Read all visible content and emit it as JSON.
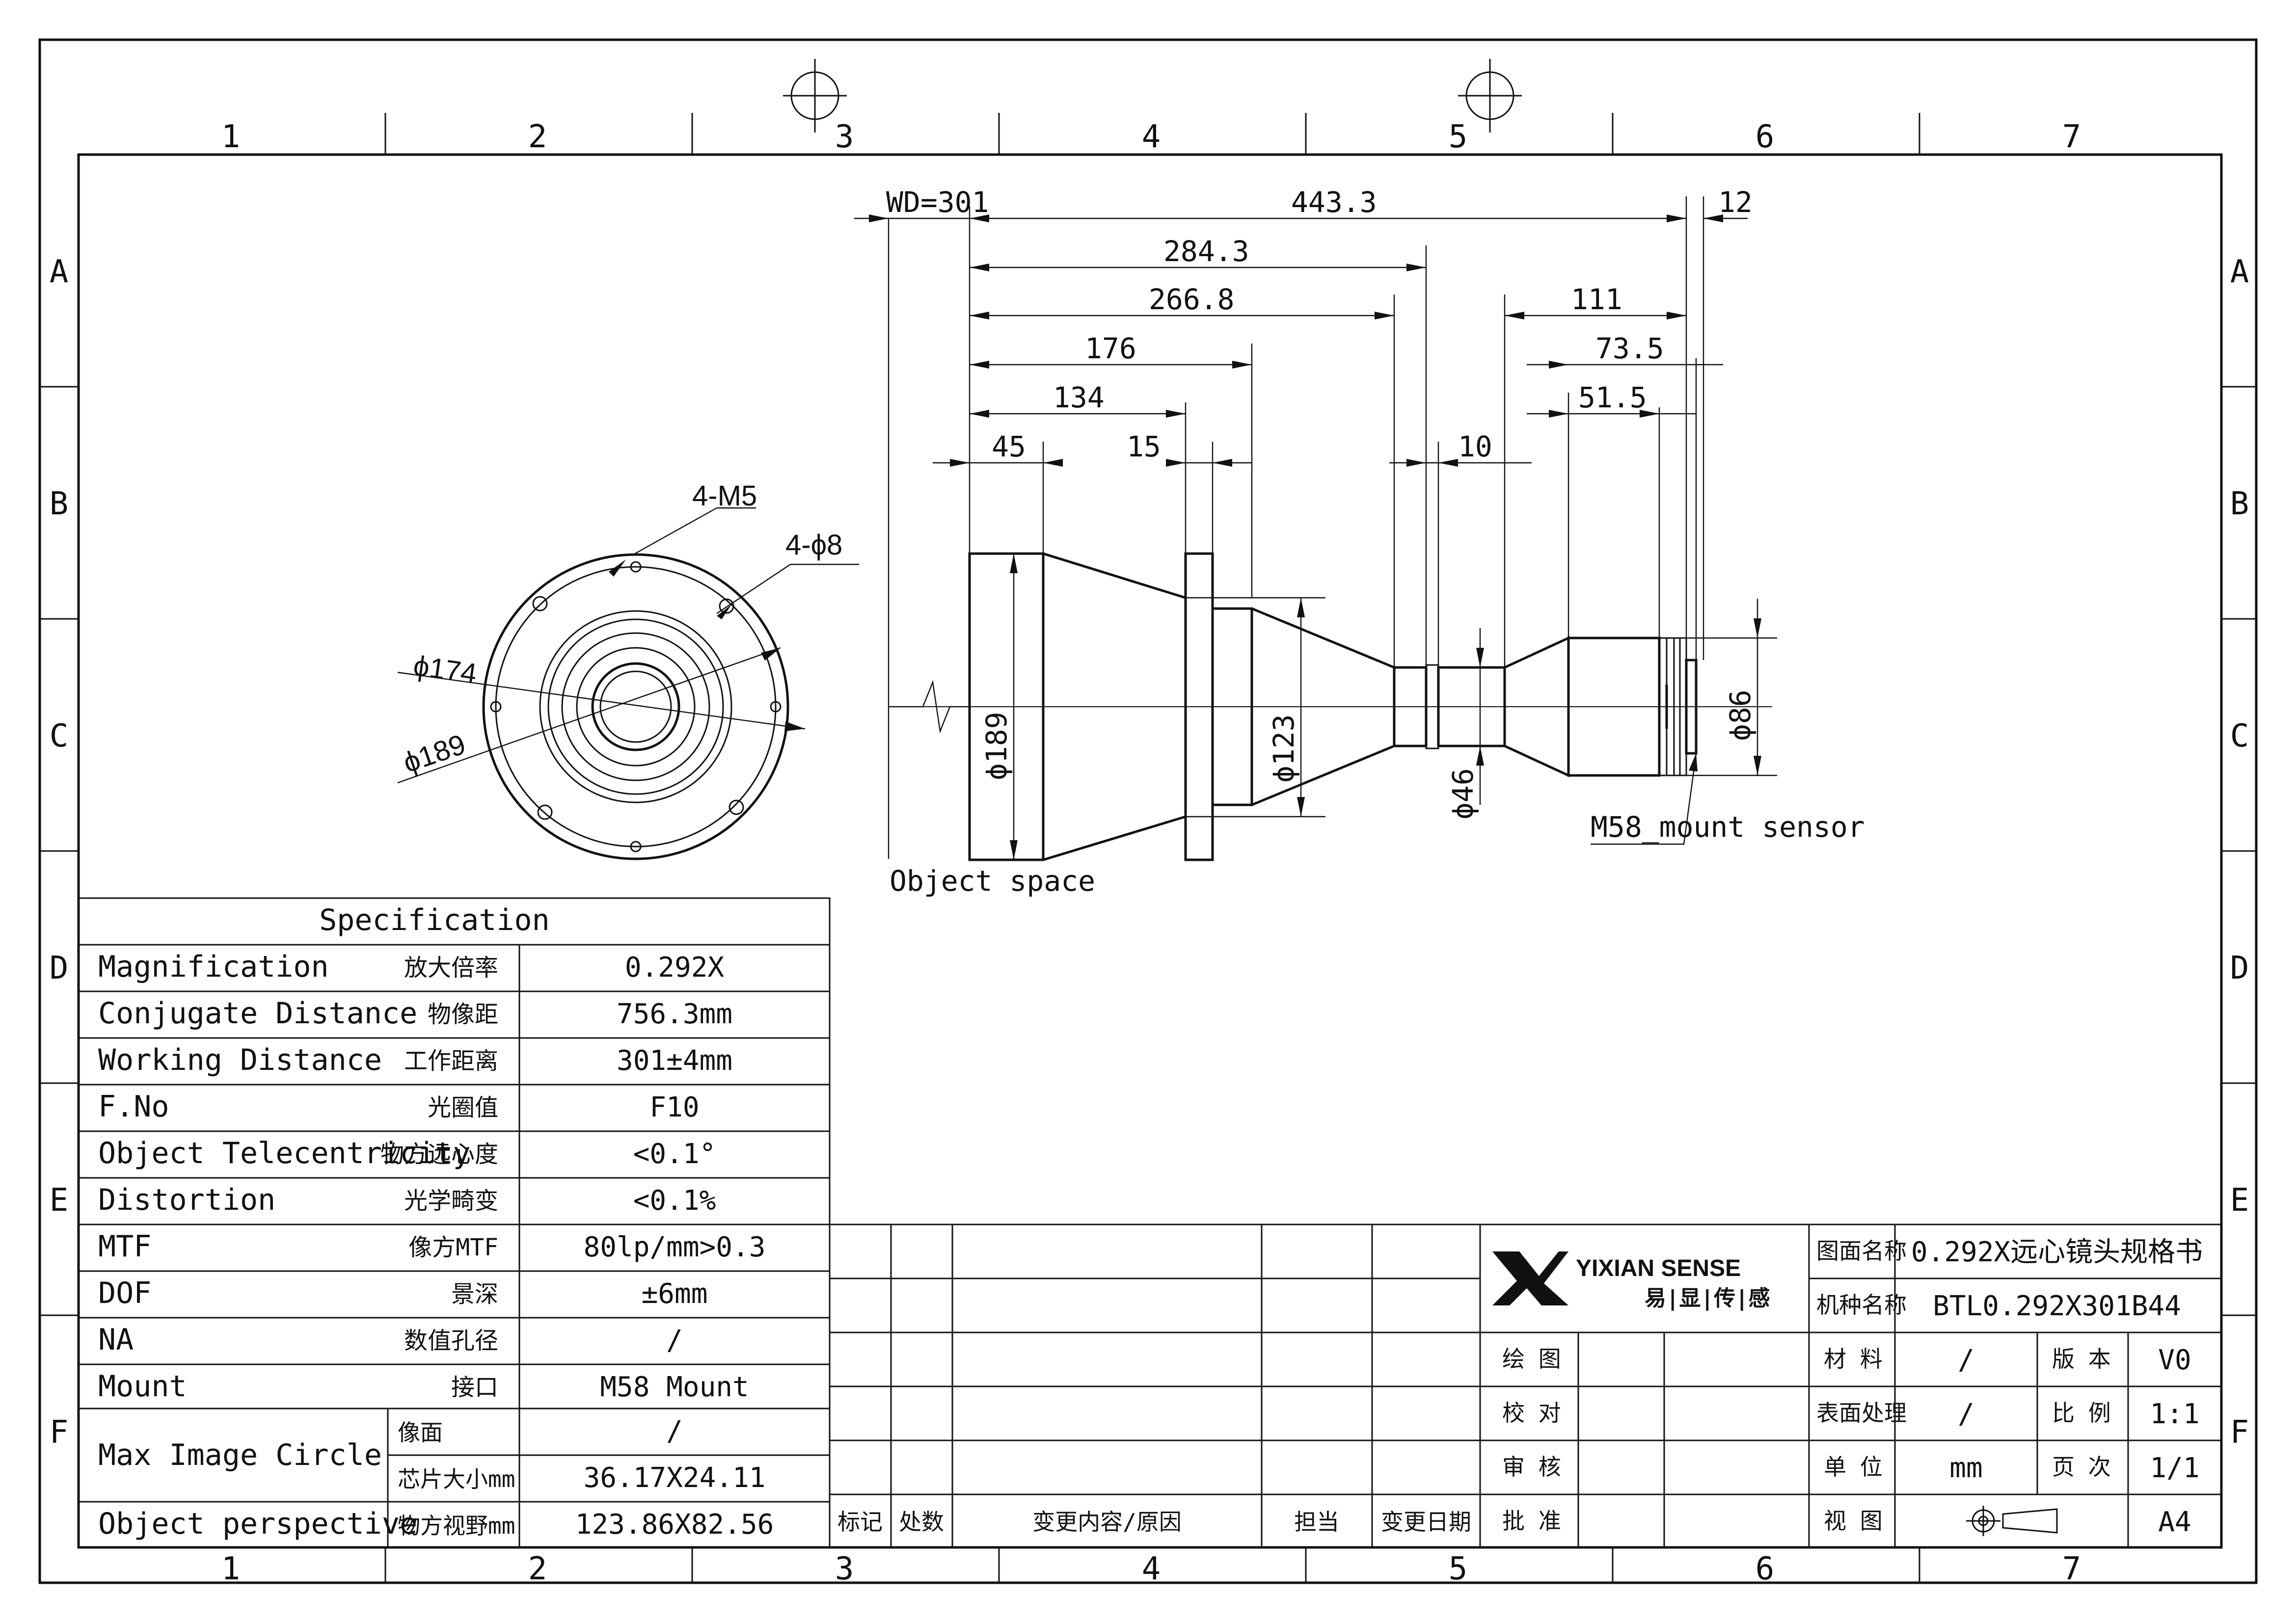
{
  "frame": {
    "columns": [
      "1",
      "2",
      "3",
      "4",
      "5",
      "6",
      "7"
    ],
    "rows": [
      "A",
      "B",
      "C",
      "D",
      "E",
      "F"
    ]
  },
  "front_view": {
    "labels": [
      "4-M5",
      "4-ϕ8",
      "ϕ174",
      "ϕ189"
    ]
  },
  "side_view": {
    "wd_label": "WD=301",
    "dims_top": [
      "443.3",
      "12",
      "284.3",
      "266.8",
      "176",
      "134",
      "45",
      "15",
      "10",
      "111",
      "73.5",
      "51.5"
    ],
    "dims_dia": [
      "ϕ189",
      "ϕ123",
      "ϕ46",
      "ϕ86"
    ],
    "object_space": "Object space",
    "sensor_label": "M58_mount sensor"
  },
  "spec": {
    "title": "Specification",
    "rows": [
      {
        "en": "Magnification",
        "cn": "放大倍率",
        "val": "0.292X"
      },
      {
        "en": "Conjugate Distance",
        "cn": "物像距",
        "val": "756.3mm"
      },
      {
        "en": "Working Distance",
        "cn": "工作距离",
        "val": "301±4mm"
      },
      {
        "en": "F.No",
        "cn": "光圈值",
        "val": "F10"
      },
      {
        "en": "Object Telecentricity",
        "cn": "物方远心度",
        "val": "<0.1°"
      },
      {
        "en": "Distortion",
        "cn": "光学畸变",
        "val": "<0.1%"
      },
      {
        "en": "MTF",
        "cn": "像方MTF",
        "val": "80lp/mm>0.3"
      },
      {
        "en": "DOF",
        "cn": "景深",
        "val": "±6mm"
      },
      {
        "en": "NA",
        "cn": "数值孔径",
        "val": "/"
      },
      {
        "en": "Mount",
        "cn": "接口",
        "val": "M58 Mount"
      }
    ],
    "max_image_circle": {
      "en": "Max Image Circle",
      "sub1_cn": "像面",
      "sub1_val": "/",
      "sub2_cn": "芯片大小mm",
      "sub2_val": "36.17X24.11"
    },
    "object_perspective": {
      "en": "Object perspective",
      "cn": "物方视野mm",
      "val": "123.86X82.56"
    }
  },
  "revision": {
    "headers": [
      "标记",
      "处数",
      "变更内容/原因",
      "担当",
      "变更日期"
    ]
  },
  "title_block": {
    "logo_text": "YIXIAN SENSE",
    "logo_cn": "易|显|传|感",
    "drawing_name_label": "图面名称",
    "drawing_name": "0.292X远心镜头规格书",
    "model_label": "机种名称",
    "model": "BTL0.292X301B44",
    "sign_rows": [
      "绘 图",
      "校 对",
      "审 核",
      "批 准"
    ],
    "material_label": "材 料",
    "material": "/",
    "version_label": "版 本",
    "version": "V0",
    "surface_label": "表面处理",
    "surface": "/",
    "scale_label": "比 例",
    "scale": "1:1",
    "unit_label": "单 位",
    "unit": "mm",
    "page_label": "页 次",
    "page": "1/1",
    "view_label": "视 图",
    "size": "A4"
  }
}
